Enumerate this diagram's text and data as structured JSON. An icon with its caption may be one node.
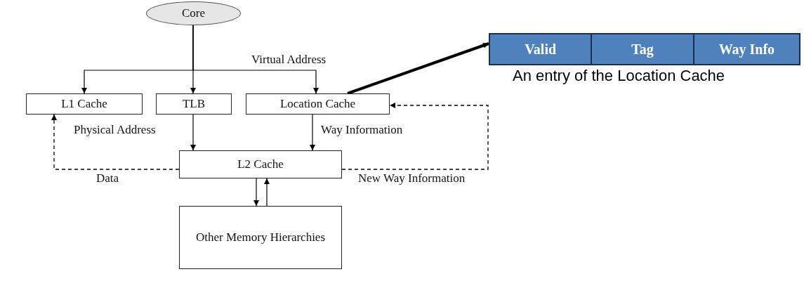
{
  "diagram": {
    "nodes": [
      {
        "text": [
          "Core"
        ]
      },
      {
        "text": [
          "L1 Cache"
        ]
      },
      {
        "text": [
          "TLB"
        ]
      },
      {
        "text": [
          "Location Cache"
        ]
      },
      {
        "text": [
          "L2 Cache"
        ]
      },
      {
        "text": [
          "Other Memory Hierarchies"
        ]
      },
      {
        "text": [],
        "shape": "box",
        "beside": [
          "An entry of the Location Cache"
        ]
      },
      {
        "text": [
          "Valid"
        ],
        "in": 6
      },
      {
        "text": [
          "Tag"
        ],
        "in": 6
      },
      {
        "text": [
          "Way Info"
        ],
        "in": 6
      }
    ],
    "edges": [
      {
        "from": 0,
        "to": 1,
        "arrow": "to"
      },
      {
        "from": 0,
        "to": 2,
        "arrow": "to"
      },
      {
        "from": 0,
        "to": 3,
        "arrow": "to",
        "label": "Virtual Address"
      },
      {
        "from": 2,
        "to": 4,
        "arrow": "to",
        "label": "Physical Address"
      },
      {
        "from": 3,
        "to": 4,
        "arrow": "to",
        "label": "Way Information"
      },
      {
        "from": 4,
        "to": 1,
        "arrow": "to",
        "style": "dashed",
        "label": "Data"
      },
      {
        "from": 4,
        "to": 3,
        "arrow": "to",
        "style": "dashed",
        "label": "New Way Information"
      },
      {
        "from": 4,
        "to": 5,
        "arrow": "to"
      },
      {
        "from": 5,
        "to": 4,
        "arrow": "to"
      },
      {
        "from": 3,
        "to": 6,
        "arrow": "to",
        "style": "thick"
      }
    ]
  }
}
